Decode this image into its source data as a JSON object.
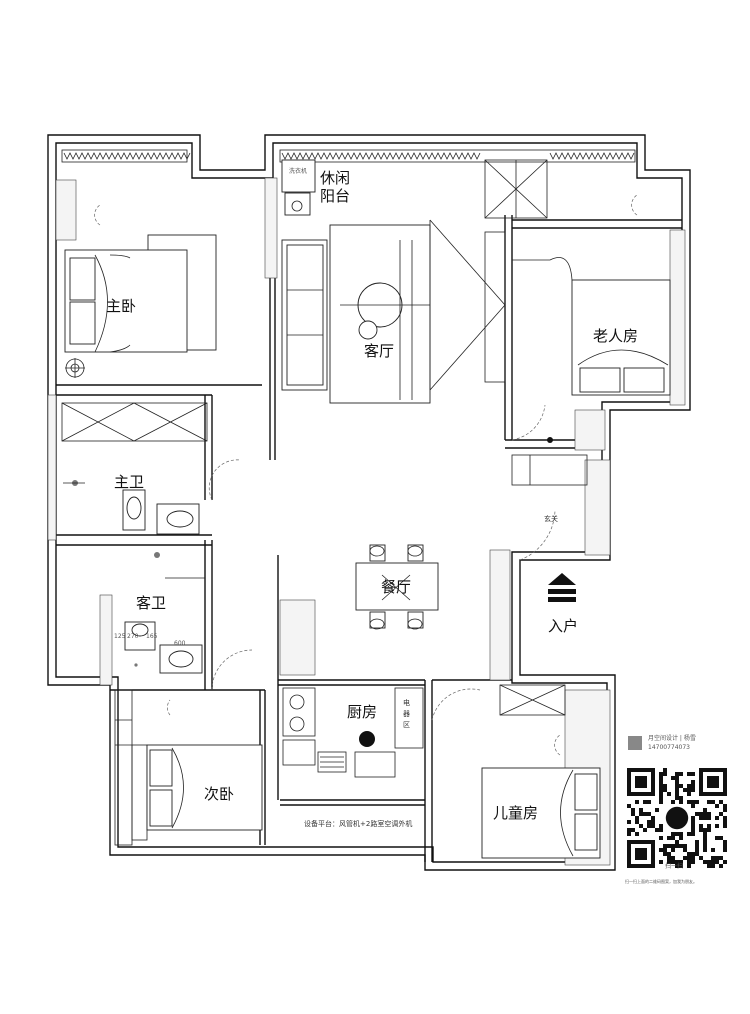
{
  "rooms": {
    "master_bedroom": "主卧",
    "leisure_balcony_1": "休闲",
    "leisure_balcony_2": "阳台",
    "living_room": "客厅",
    "elder_room": "老人房",
    "master_bath": "主卫",
    "foyer": "玄关",
    "guest_bath": "客卫",
    "dining": "餐厅",
    "entrance": "入户",
    "kitchen": "厨房",
    "fridge_area": "电器区",
    "second_bedroom": "次卧",
    "kids_room": "儿童房"
  },
  "annotations": {
    "equipment_platform": "设备平台：风管机+2路室空调外机",
    "washer_label": "洗衣机",
    "dim_270": "270",
    "dim_125": "125",
    "dim_165": "165",
    "dim_600": "600"
  },
  "designer_card": {
    "name": "月空间设计 | 杨雪",
    "phone": "14700774073",
    "caption": "扫一扫",
    "footer": "扫一扫上面的二维码图案，加我为朋友。"
  }
}
